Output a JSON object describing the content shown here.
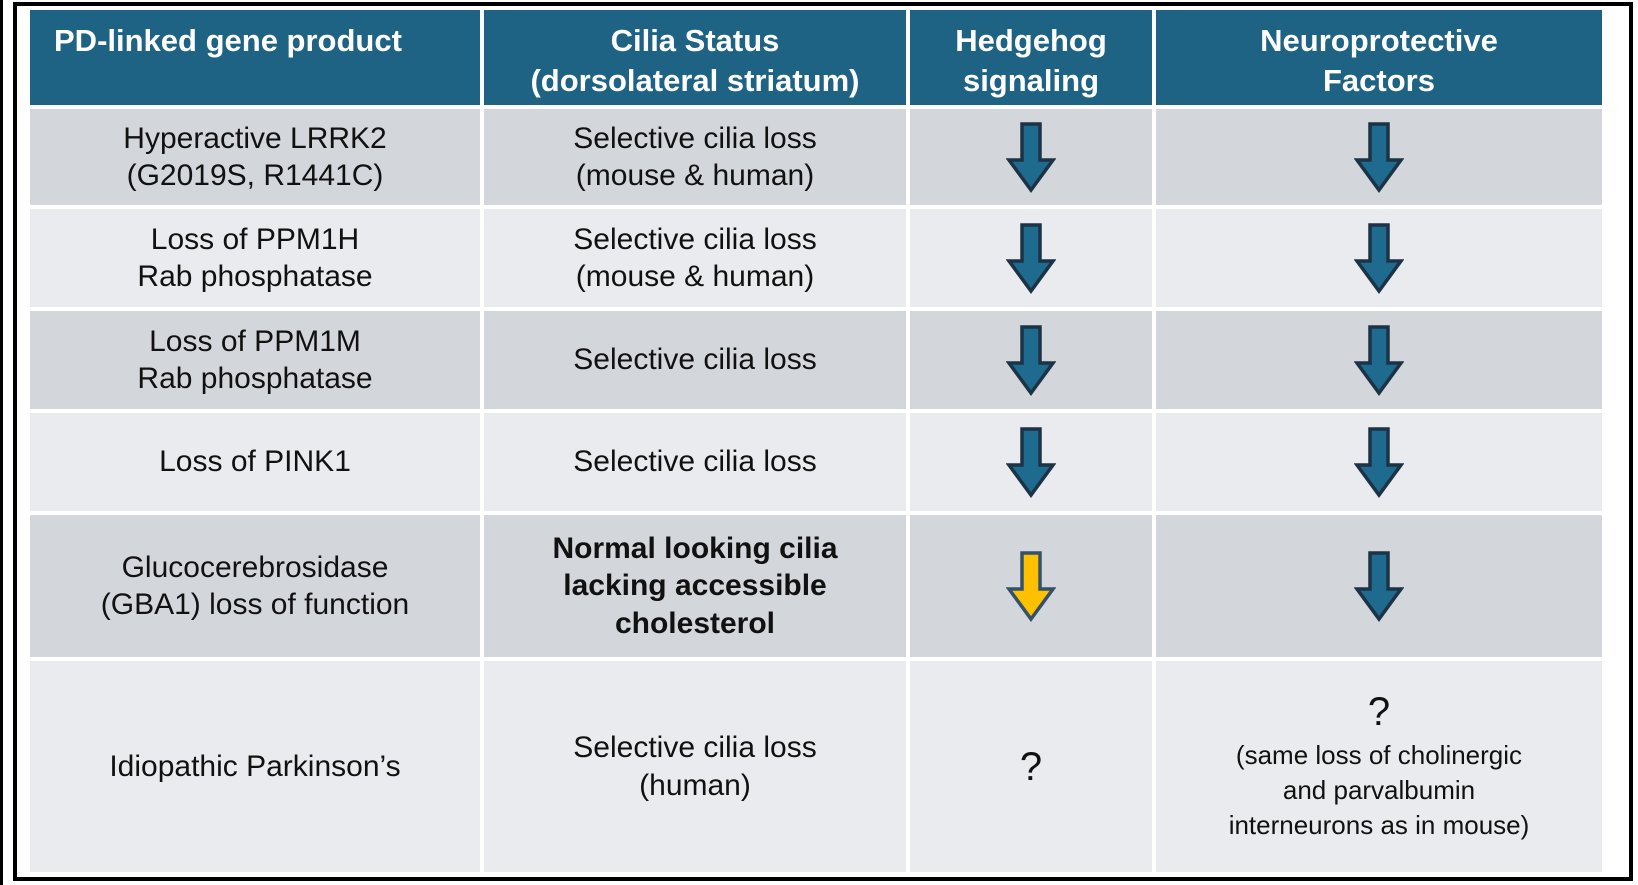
{
  "colors": {
    "header_bg": "#1E6284",
    "header_text": "#FFFFFF",
    "row_dark": "#D3D6DB",
    "row_light": "#E9EBEE",
    "arrow_teal": "#1F6A8F",
    "arrow_outline": "#1C3346",
    "arrow_yellow": "#FFC000",
    "arrow_yellow_outline": "#33526A",
    "body_text": "#111111",
    "frame_border": "#000000"
  },
  "table": {
    "headers": [
      {
        "label": "PD-linked gene product"
      },
      {
        "label": "Cilia Status\n(dorsolateral striatum)"
      },
      {
        "label": "Hedgehog\nsignaling"
      },
      {
        "label": "Neuroprotective\nFactors"
      }
    ],
    "rows": [
      {
        "gene": "Hyperactive LRRK2\n(G2019S, R1441C)",
        "cilia": "Selective cilia loss\n(mouse & human)",
        "hedgehog": {
          "kind": "arrow-down",
          "fill": "#1F6A8F",
          "stroke": "#1C3346"
        },
        "neuro": {
          "kind": "arrow-down",
          "fill": "#1F6A8F",
          "stroke": "#1C3346"
        }
      },
      {
        "gene": "Loss of PPM1H\nRab phosphatase",
        "cilia": "Selective cilia loss\n(mouse & human)",
        "hedgehog": {
          "kind": "arrow-down",
          "fill": "#1F6A8F",
          "stroke": "#1C3346"
        },
        "neuro": {
          "kind": "arrow-down",
          "fill": "#1F6A8F",
          "stroke": "#1C3346"
        }
      },
      {
        "gene": "Loss of PPM1M\nRab phosphatase",
        "cilia": "Selective cilia loss",
        "hedgehog": {
          "kind": "arrow-down",
          "fill": "#1F6A8F",
          "stroke": "#1C3346"
        },
        "neuro": {
          "kind": "arrow-down",
          "fill": "#1F6A8F",
          "stroke": "#1C3346"
        }
      },
      {
        "gene": "Loss of PINK1",
        "cilia": "Selective cilia loss",
        "hedgehog": {
          "kind": "arrow-down",
          "fill": "#1F6A8F",
          "stroke": "#1C3346"
        },
        "neuro": {
          "kind": "arrow-down",
          "fill": "#1F6A8F",
          "stroke": "#1C3346"
        }
      },
      {
        "gene": "Glucocerebrosidase\n(GBA1) loss of function",
        "cilia": "Normal looking cilia\nlacking accessible\ncholesterol",
        "hedgehog": {
          "kind": "arrow-down",
          "fill": "#FFC000",
          "stroke": "#33526A"
        },
        "neuro": {
          "kind": "arrow-down",
          "fill": "#1F6A8F",
          "stroke": "#1C3346"
        }
      },
      {
        "gene": "Idiopathic Parkinson’s",
        "cilia": "Selective cilia loss\n(human)",
        "hedgehog": {
          "kind": "question",
          "text": "?"
        },
        "neuro": {
          "kind": "question",
          "text": "?",
          "note": "(same loss of cholinergic\nand parvalbumin\ninterneurons as in mouse)"
        }
      }
    ]
  }
}
